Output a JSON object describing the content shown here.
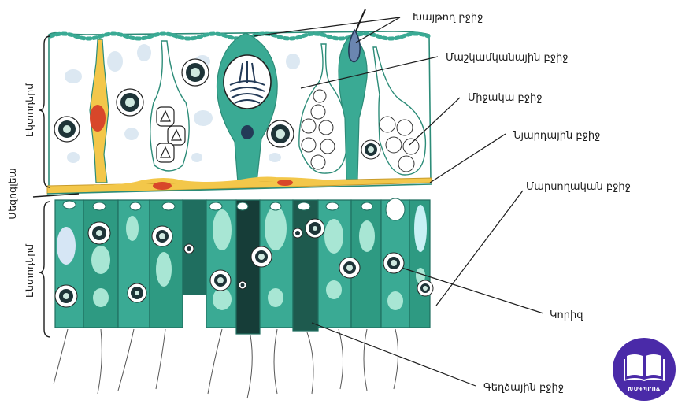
{
  "labels": {
    "stinging_cell": "Խայթող բջիջ",
    "epitheliomuscular_cell": "Մաշկամկանային բջիջ",
    "interstitial_cell": "Միջակա բջիջ",
    "nerve_cell": "Նյարդային բջիջ",
    "digestive_cell": "Մարսողական բջիջ",
    "nucleus": "Կորիզ",
    "glandular_cell": "Գեղձային բջիջ"
  },
  "layers": {
    "ectoderm": "Էկտոդերմ",
    "mesoglea": "Մեզոգլեա",
    "endoderm": "Էնտոդերմ"
  },
  "logo": {
    "text": "ԽՍԳՊՐՈՃ",
    "icon": "open-book-icon"
  },
  "colors": {
    "teal": "#3aaa94",
    "dark_teal": "#1f6e5f",
    "pale_teal": "#c8efe3",
    "yellow": "#f3c74a",
    "red": "#d8472a",
    "navy": "#233a57",
    "logo_purple": "#4a2aa8"
  }
}
